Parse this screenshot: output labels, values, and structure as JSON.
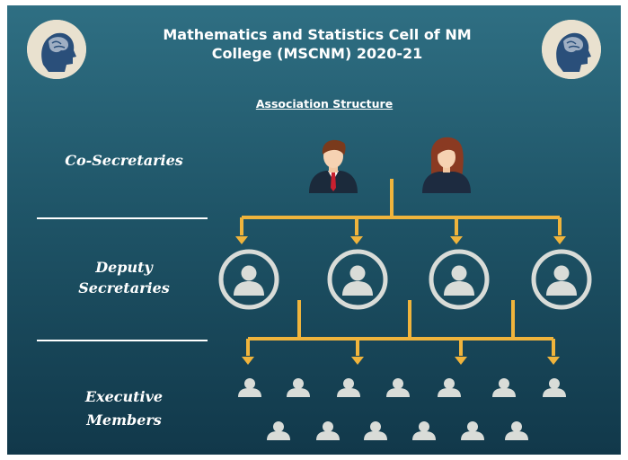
{
  "header": {
    "title_line1": "Mathematics and Statistics Cell of NM",
    "title_line2": "College (MSCNM)   2020-21",
    "subtitle": "Association Structure",
    "logo_left_icon": "head-brain-logo",
    "logo_right_icon": "head-brain-logo"
  },
  "levels": {
    "co_secretaries": {
      "label": "Co-Secretaries",
      "count": 2,
      "icons": [
        "man-avatar-icon",
        "woman-avatar-icon"
      ]
    },
    "deputy_secretaries": {
      "label_line1": "Deputy",
      "label_line2": "Secretaries",
      "count": 4,
      "icon": "user-circle-icon"
    },
    "executive_members": {
      "label_line1": "Executive",
      "label_line2": "Members",
      "count": 13,
      "rows": [
        7,
        6
      ],
      "icon": "user-icon"
    }
  },
  "colors": {
    "background_top": "#2f6f83",
    "background_bottom": "#11384a",
    "connector": "#f0b43c",
    "icon_light": "#d9dcd8",
    "text": "#ffffff"
  }
}
